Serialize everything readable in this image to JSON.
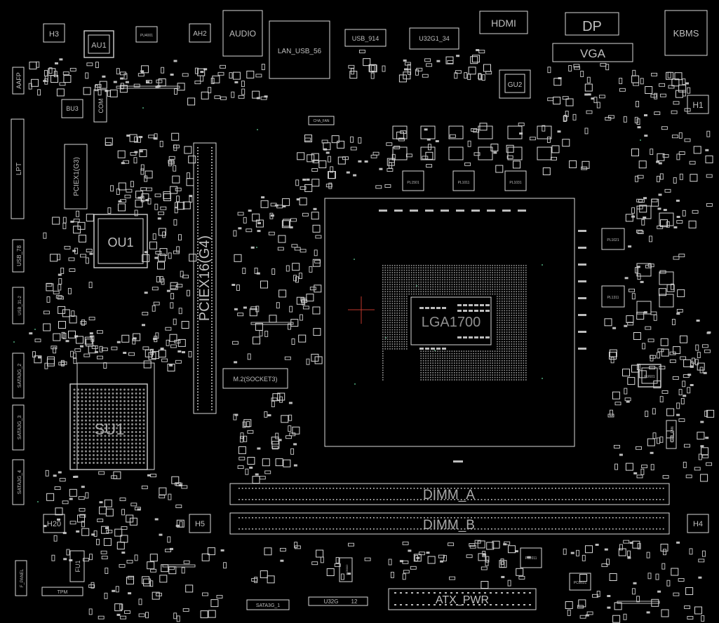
{
  "labels": {
    "h3": "H3",
    "au1": "AU1",
    "pu4001": "PU4001",
    "ah2": "AH2",
    "audio": "AUDIO",
    "lan_usb": "LAN_USB_56",
    "usb_914": "USB_914",
    "u32g1_34": "U32G1_34",
    "hdmi": "HDMI",
    "dp": "DP",
    "kbms": "KBMS",
    "vga": "VGA",
    "gu2": "GU2",
    "h1": "H1",
    "aafp": "AAFP",
    "bu3": "BU3",
    "com": "COM",
    "cha_fan": "CHA_FAN",
    "lpt": "LPT",
    "pciex1": "PCIEX1(G3)",
    "pciex16": "PCIEX16(G4)",
    "ou1": "OU1",
    "usb_78": "USB_78",
    "usb_31": "USB_31-2",
    "sata_2": "SATA3G_2",
    "sata_3": "SATA3G_3",
    "sata_4": "SATA3G_4",
    "su1": "SU1",
    "m2": "M.2(SOCKET3)",
    "cpu_socket": "LGA1700",
    "pl1501": "PL1501",
    "pl1011": "PL1011",
    "pl1031": "PL1031",
    "pl1021": "PL1021",
    "pl1311": "PL1311",
    "pu601": "PU601",
    "cpu_fan": "CPU_FAN",
    "dimm_a": "DIMM_A",
    "dimm_b": "DIMM_B",
    "h20": "H20",
    "h5": "H5",
    "h4": "H4",
    "fu1": "FU1",
    "tpm": "TPM",
    "f_panel": "F_PANEL",
    "pcb002": "PCB002",
    "pl2011": "PL2011",
    "pcb601": "PCB601",
    "sata_1": "SATA3G_1",
    "u32g": "U32G",
    "u32g_num": "12",
    "atx_pwr": "ATX_PWR"
  },
  "colors": {
    "background": "#000000",
    "outline": "#d8d8d8",
    "pad": "#bdbdbd",
    "text": "#bfbfbf",
    "cross": "#c0392b"
  }
}
